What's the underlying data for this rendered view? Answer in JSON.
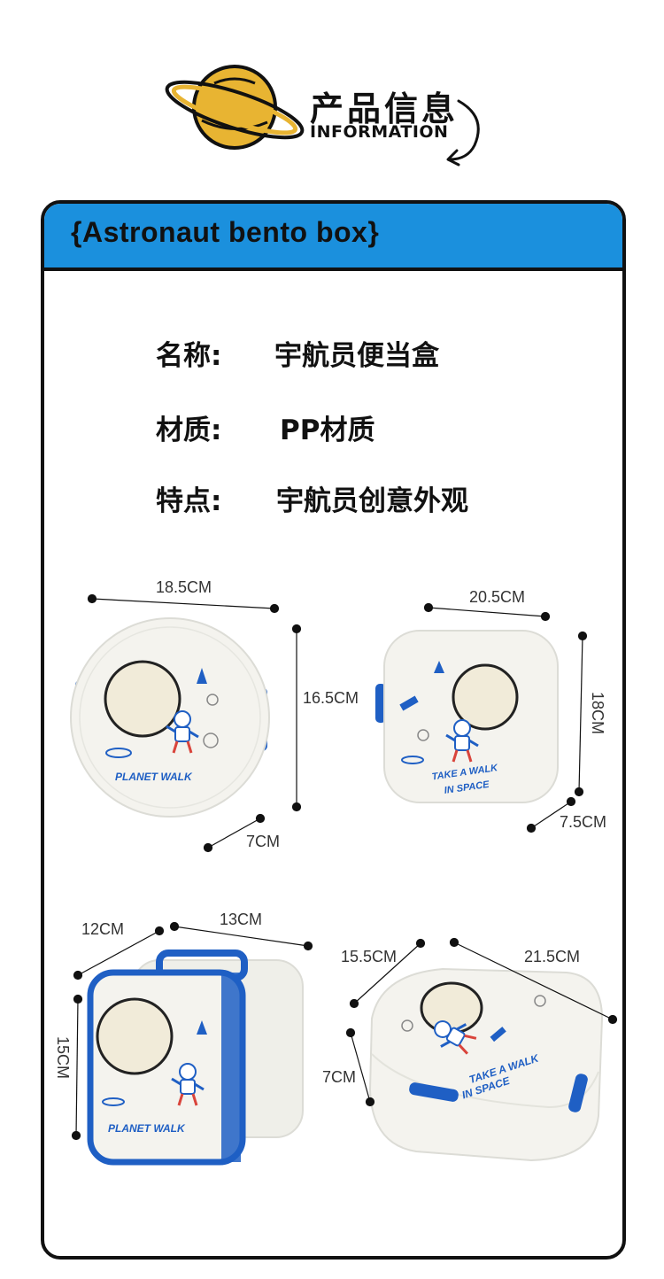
{
  "header": {
    "title_cn": "产品信息",
    "title_en": "INFORMATION",
    "planet_icon": "planet-icon",
    "arrow_icon": "curved-arrow-icon"
  },
  "colors": {
    "accent_blue": "#1b90dd",
    "planet_yellow": "#e8b432",
    "product_blue": "#1f5fc4",
    "product_white": "#f4f3ee",
    "window_cream": "#f1ebd9"
  },
  "card": {
    "title": "{Astronaut bento box}",
    "specs": [
      {
        "label": "名称:",
        "value": "宇航员便当盒"
      },
      {
        "label": "材质:",
        "value": "PP材质"
      },
      {
        "label": "特点:",
        "value": "宇航员创意外观"
      }
    ]
  },
  "products": [
    {
      "name": "round-box",
      "print_text": "PLANET WALK",
      "dimensions": {
        "width": "18.5CM",
        "height": "16.5CM",
        "depth": "7CM"
      }
    },
    {
      "name": "square-box",
      "print_text_1": "TAKE A WALK",
      "print_text_2": "IN SPACE",
      "dimensions": {
        "width": "20.5CM",
        "height": "18CM",
        "depth": "7.5CM"
      }
    },
    {
      "name": "stacked-box",
      "print_text": "PLANET WALK",
      "dimensions": {
        "depth": "12CM",
        "width": "13CM",
        "height": "15CM"
      }
    },
    {
      "name": "rectangle-box",
      "print_text_1": "TAKE A WALK",
      "print_text_2": "IN SPACE",
      "dimensions": {
        "depth": "15.5CM",
        "width": "21.5CM",
        "height": "7CM"
      }
    }
  ]
}
